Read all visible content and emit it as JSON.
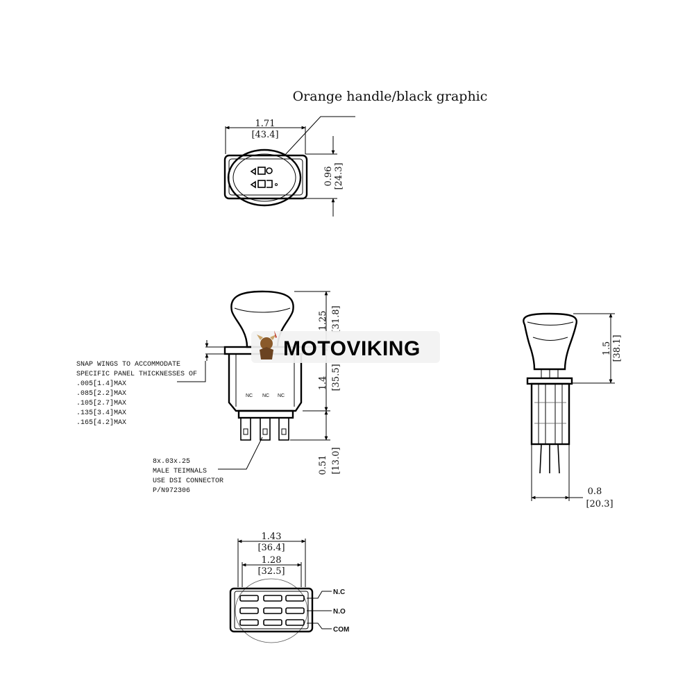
{
  "title": "Orange handle/black graphic",
  "top_view": {
    "width_in": "1.71",
    "width_mm": "[43.4]",
    "height_in": "0.96",
    "height_mm": "[24.3]"
  },
  "front_view": {
    "dim_upper_in": "1.25",
    "dim_upper_mm": "[31.8]",
    "dim_body_in": "1.4",
    "dim_body_mm": "[35.5]",
    "dim_terminal_in": "0.51",
    "dim_terminal_mm": "[13.0]",
    "terminal_labels": [
      "NC",
      "NC",
      "NC"
    ]
  },
  "side_view": {
    "dim_height_in": "1.5",
    "dim_height_mm": "[38.1]",
    "dim_width_in": "0.8",
    "dim_width_mm": "[20.3]"
  },
  "snap_wings_note": [
    "SNAP WINGS TO ACCOMMODATE",
    "SPECIFIC PANEL THICKNESSES OF",
    ".005[1.4]MAX",
    ".085[2.2]MAX",
    ".105[2.7]MAX",
    ".135[3.4]MAX",
    ".165[4.2]MAX"
  ],
  "terminal_note": [
    "8x.03x.25",
    "MALE TEIMNALS",
    "USE DSI CONNECTOR",
    "P/N972306"
  ],
  "bottom_view": {
    "outer_in": "1.43",
    "outer_mm": "[36.4]",
    "inner_in": "1.28",
    "inner_mm": "[32.5]",
    "pin_labels": [
      "N.C",
      "N.O",
      "COM"
    ]
  },
  "watermark": {
    "text": "MOTOVIKING"
  }
}
